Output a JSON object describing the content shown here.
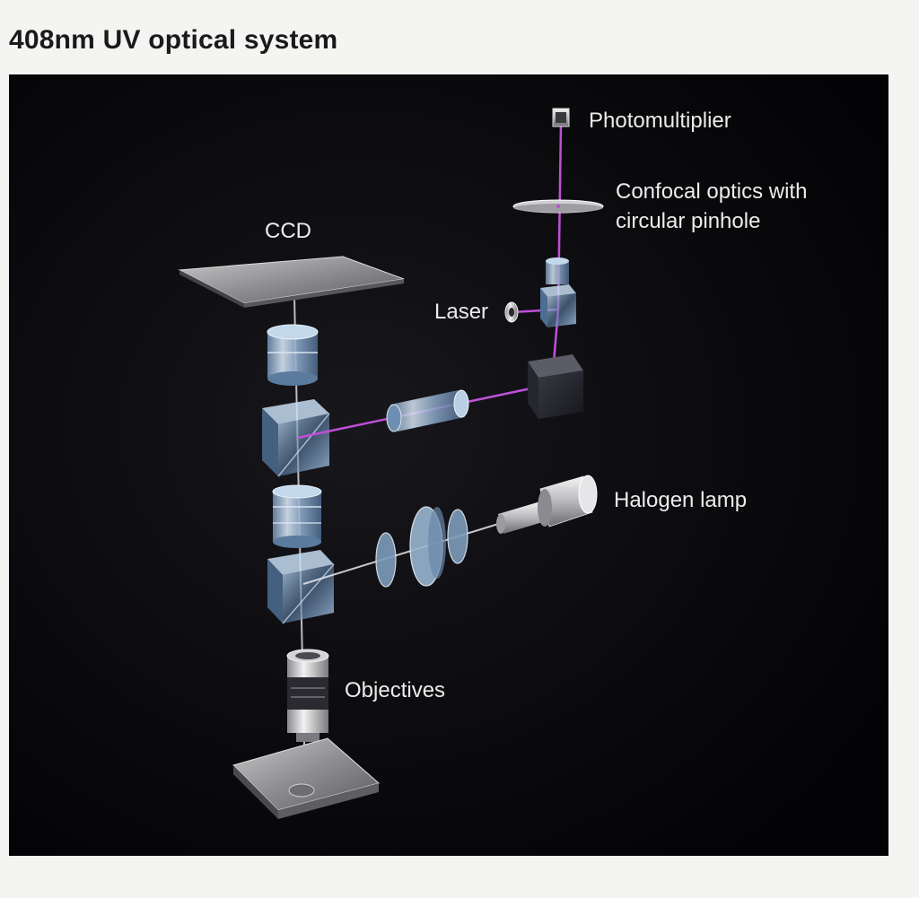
{
  "title": "408nm UV optical system",
  "labels": {
    "photomultiplier": "Photomultiplier",
    "confocal_line1": "Confocal optics with",
    "confocal_line2": "circular pinhole",
    "ccd": "CCD",
    "laser": "Laser",
    "halogen_lamp": "Halogen lamp",
    "objectives": "Objectives"
  },
  "colors": {
    "background": "#060608",
    "laser_beam": "#c04fd8",
    "white_beam": "#e8e8f0",
    "glass": "#8fb4d8"
  }
}
